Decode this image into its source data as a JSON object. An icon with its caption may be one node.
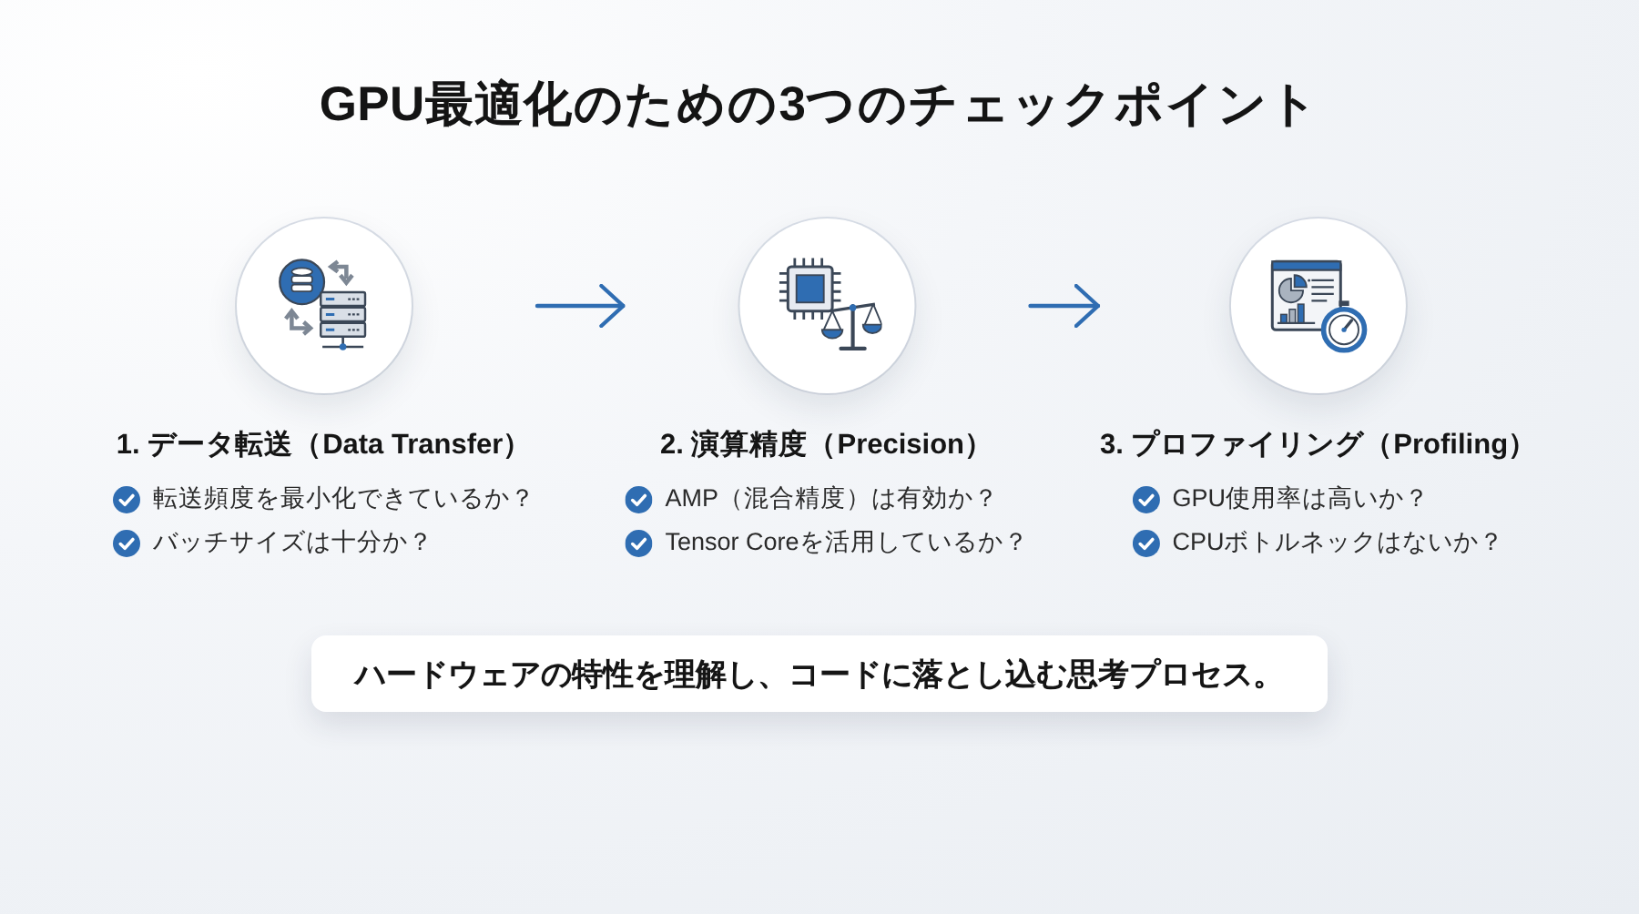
{
  "diagram": {
    "title": "GPU最適化のための3つのチェックポイント",
    "nodes": [
      {
        "text": [
          "1. データ転送（Data Transfer）",
          "転送頻度を最小化できているか？",
          "バッチサイズは十分か？"
        ]
      },
      {
        "text": [
          "2. 演算精度（Precision）",
          "AMP（混合精度）は有効か？",
          "Tensor Coreを活用しているか？"
        ]
      },
      {
        "text": [
          "3. プロファイリング（Profiling）",
          "GPU使用率は高いか？",
          "CPUボトルネックはないか？"
        ]
      },
      {
        "text": [
          "ハードウェアの特性を理解し、コードに落とし込む思考プロセス。"
        ]
      }
    ],
    "edges": [
      {
        "from": 0,
        "to": 1,
        "arrow": "to"
      },
      {
        "from": 1,
        "to": 2,
        "arrow": "to"
      }
    ]
  }
}
